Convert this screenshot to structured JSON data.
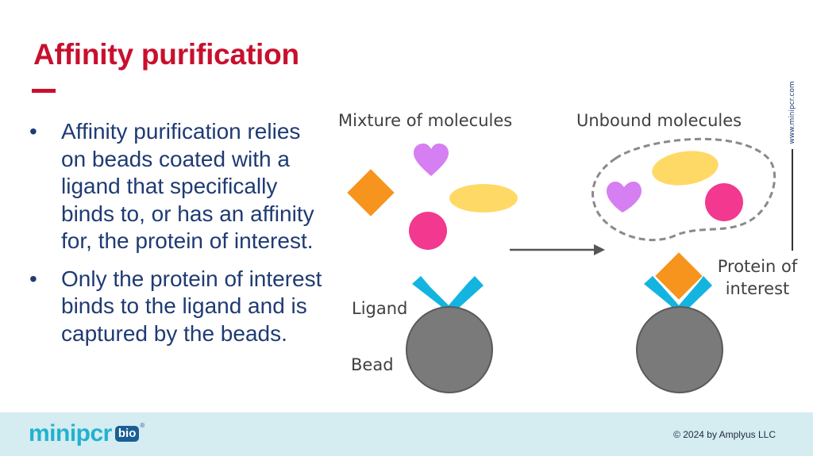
{
  "slide": {
    "title": "Affinity purification",
    "bullets": [
      "Affinity purification relies on beads coated with a ligand that specifically binds to, or has an affinity for, the protein of interest.",
      "Only the protein of interest binds to the ligand and is captured by the beads."
    ]
  },
  "diagram": {
    "labels": {
      "mixture": "Mixture of molecules",
      "unbound": "Unbound molecules",
      "ligand": "Ligand",
      "bead": "Bead",
      "protein_line1": "Protein of",
      "protein_line2": "interest"
    },
    "colors": {
      "diamond": "#f7941d",
      "heart": "#d57ff2",
      "ellipse": "#ffd966",
      "circle": "#f2388f",
      "ligand": "#14b4e0",
      "bead": "#7a7a7a",
      "bead_outline": "#5a5a5a",
      "arrow": "#555555"
    }
  },
  "side": {
    "url": "www.minipcr.com"
  },
  "footer": {
    "logo_mini": "mini",
    "logo_pcr": "pcr",
    "logo_bio": "bio",
    "logo_reg": "®",
    "copyright": "© 2024 by Amplyus LLC"
  }
}
